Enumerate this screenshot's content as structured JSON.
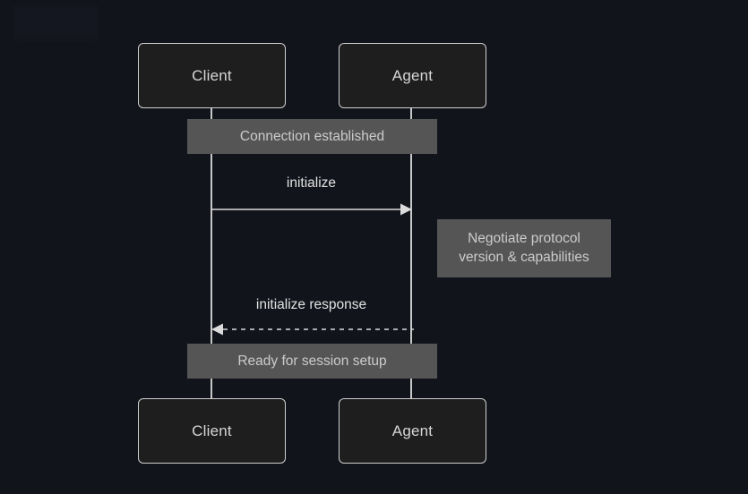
{
  "diagram": {
    "type": "sequence-diagram",
    "title": "",
    "background_color": "#12141c",
    "participants": [
      {
        "id": "client",
        "label": "Client"
      },
      {
        "id": "agent",
        "label": "Agent"
      }
    ],
    "notes_spanning": [
      {
        "id": "connection-established",
        "text": "Connection established",
        "over": [
          "client",
          "agent"
        ],
        "color": "#555555"
      },
      {
        "id": "ready-session-setup",
        "text": "Ready for session setup",
        "over": [
          "client",
          "agent"
        ],
        "color": "#555555"
      }
    ],
    "notes_side": [
      {
        "id": "negotiate-protocol",
        "line1": "Negotiate protocol",
        "line2": "version & capabilities",
        "side": "right-of-agent",
        "color": "#555555"
      }
    ],
    "messages": [
      {
        "id": "initialize",
        "label": "initialize",
        "from": "client",
        "to": "agent",
        "direction": "right",
        "line_style": "solid",
        "arrowhead": "filled"
      },
      {
        "id": "initialize-response",
        "label": "initialize response",
        "from": "agent",
        "to": "client",
        "direction": "left",
        "line_style": "dashed",
        "arrowhead": "filled"
      }
    ],
    "colors": {
      "box_fill": "#1e1e1e",
      "box_border": "#cfcfcf",
      "lifeline": "#c8c8c8",
      "note_fill": "#555555",
      "note_text": "#cbcbcb",
      "message_text": "#e2e2e2",
      "arrow": "#dcdcdc"
    }
  }
}
